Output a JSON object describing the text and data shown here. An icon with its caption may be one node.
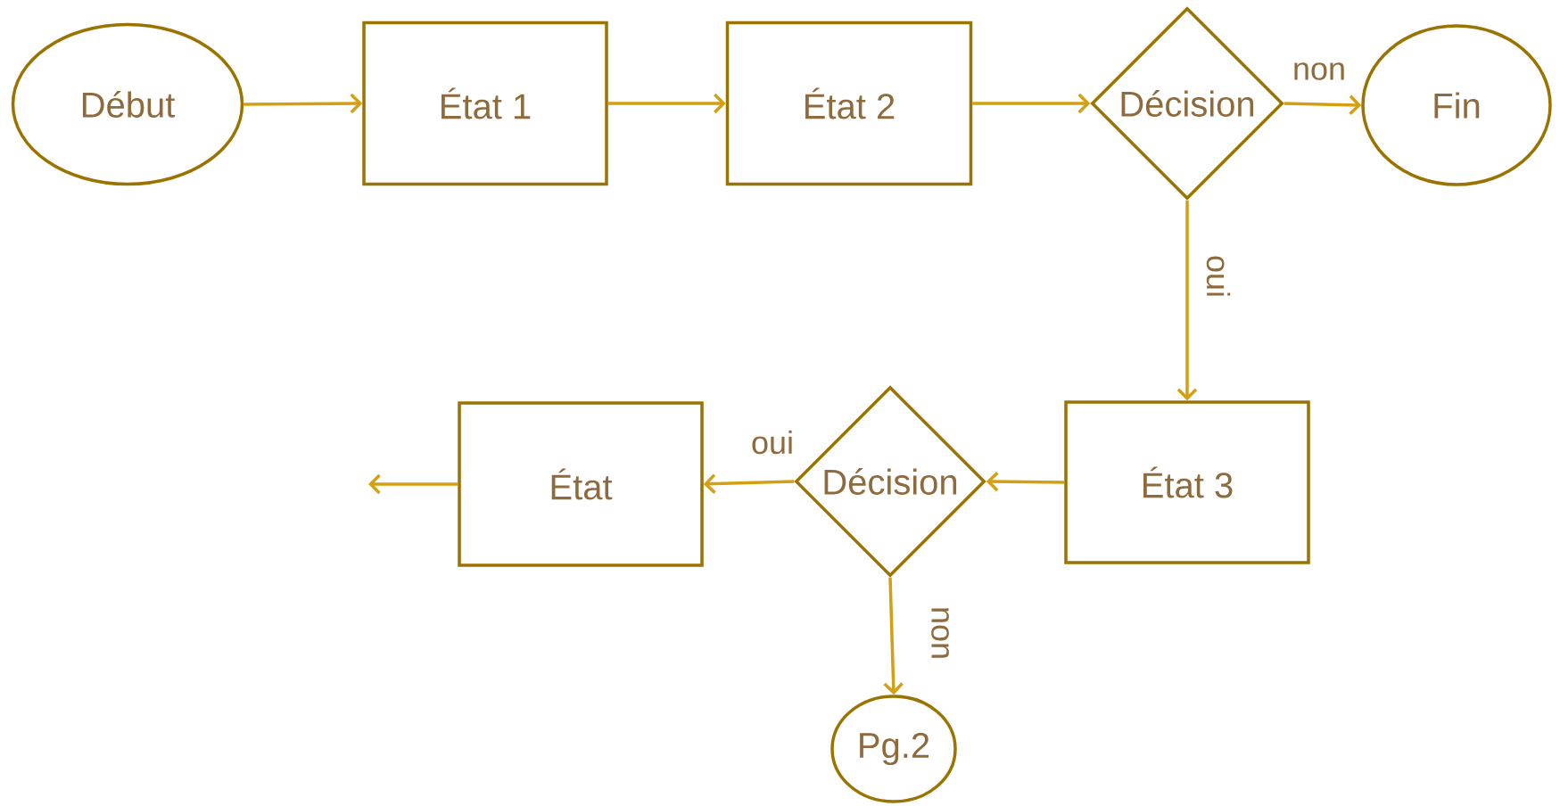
{
  "diagram": {
    "nodes": [
      {
        "text": [
          "Début"
        ]
      },
      {
        "text": [
          "État 1"
        ]
      },
      {
        "text": [
          "État 2"
        ]
      },
      {
        "text": [
          "Décision"
        ]
      },
      {
        "text": [
          "Fin"
        ]
      },
      {
        "text": [
          "État 3"
        ]
      },
      {
        "text": [
          "Décision"
        ]
      },
      {
        "text": [
          "État"
        ]
      },
      {
        "text": [
          "Pg.2"
        ]
      }
    ],
    "edges": [
      {
        "from": 0,
        "to": 1,
        "arrow": "to"
      },
      {
        "from": 1,
        "to": 2,
        "arrow": "to"
      },
      {
        "from": 2,
        "to": 3,
        "arrow": "to"
      },
      {
        "from": 3,
        "to": 4,
        "arrow": "to",
        "label": "non"
      },
      {
        "from": 3,
        "to": 5,
        "arrow": "to",
        "label": "oui"
      },
      {
        "from": 5,
        "to": 6,
        "arrow": "to"
      },
      {
        "from": 6,
        "to": 7,
        "arrow": "to",
        "label": "oui"
      },
      {
        "from": 6,
        "to": 8,
        "arrow": "to",
        "label": "non"
      },
      {
        "from": 7,
        "to": null,
        "arrow": "to"
      }
    ]
  }
}
